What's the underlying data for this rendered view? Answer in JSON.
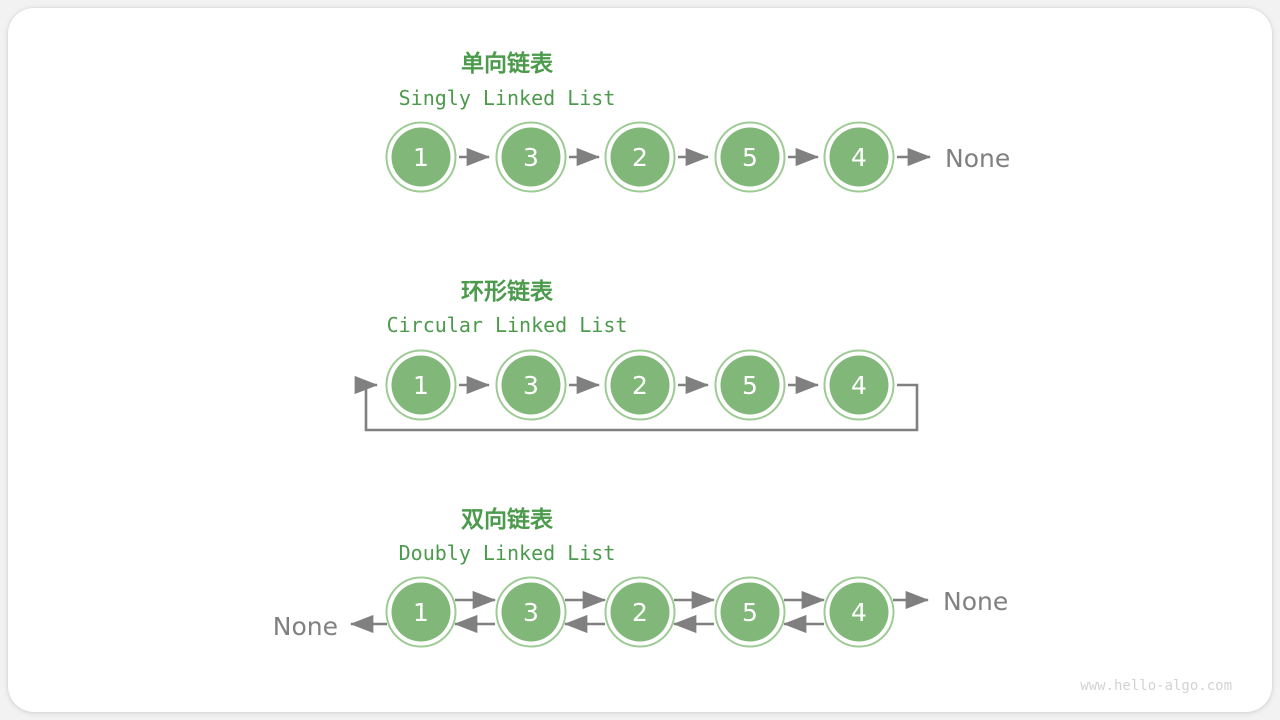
{
  "meta": {
    "watermark": "www.hello-algo.com",
    "background_color": "#f2f2f2",
    "card_color": "#ffffff",
    "accent_green": "#4c9a4c",
    "node_fill": "#81b879",
    "node_ring": "#9ecb95",
    "edge_color": "#808080",
    "none_text_color": "#808080"
  },
  "sections": [
    {
      "id": "singly",
      "title_cn": "单向链表",
      "title_en": "Singly Linked List",
      "nodes": [
        "1",
        "3",
        "2",
        "5",
        "4"
      ],
      "tail_label": "None",
      "head_label": "",
      "kind": "singly"
    },
    {
      "id": "circular",
      "title_cn": "环形链表",
      "title_en": "Circular Linked List",
      "nodes": [
        "1",
        "3",
        "2",
        "5",
        "4"
      ],
      "tail_label": "",
      "head_label": "",
      "kind": "circular"
    },
    {
      "id": "doubly",
      "title_cn": "双向链表",
      "title_en": "Doubly Linked List",
      "nodes": [
        "1",
        "3",
        "2",
        "5",
        "4"
      ],
      "tail_label": "None",
      "head_label": "None",
      "kind": "doubly"
    }
  ]
}
